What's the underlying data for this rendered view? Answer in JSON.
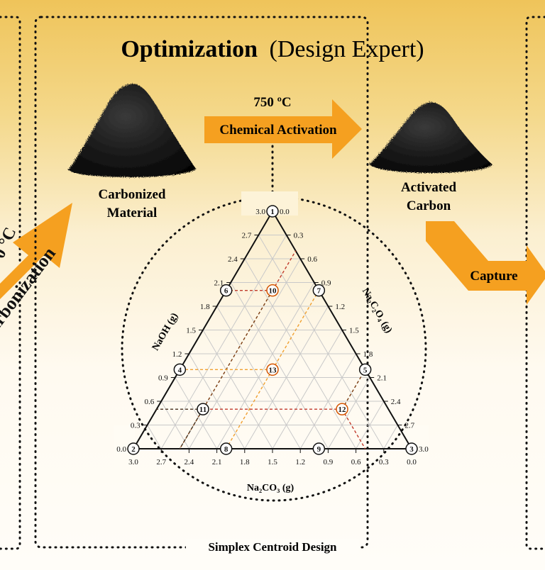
{
  "header": {
    "title_bold": "Optimization",
    "title_rest": "(Design Expert)"
  },
  "left_panel": {
    "temp_label": "0 °C",
    "arrow_label": "arbonization"
  },
  "process": {
    "input_label_line1": "Carbonized",
    "input_label_line2": "Material",
    "temperature": "750 ºC",
    "activation_label": "Chemical Activation",
    "output_label_line1": "Activated",
    "output_label_line2": "Carbon",
    "capture_label": "Capture"
  },
  "ternary": {
    "naoh_axis": "NaOH (g)",
    "na2c2o4_axis": "Na₂C₂O₄ (g)",
    "na2co3_axis": "Na₂CO₃ (g)",
    "left_ticks": [
      "0.0",
      "0.3",
      "0.6",
      "0.9",
      "1.2",
      "1.5",
      "1.8",
      "2.1",
      "2.4",
      "2.7",
      "3.0"
    ],
    "right_ticks": [
      "0.0",
      "0.3",
      "0.6",
      "0.9",
      "1.2",
      "1.5",
      "1.8",
      "2.1",
      "2.4",
      "2.7",
      "3.0"
    ],
    "bottom_ticks": [
      "3.0",
      "2.7",
      "2.4",
      "2.1",
      "1.8",
      "1.5",
      "1.2",
      "0.9",
      "0.6",
      "0.3",
      "0.0"
    ],
    "points": [
      {
        "id": "1",
        "a": 3.0,
        "b": 0.0
      },
      {
        "id": "2",
        "a": 0.0,
        "b": 0.0
      },
      {
        "id": "3",
        "a": 0.0,
        "b": 3.0
      },
      {
        "id": "4",
        "a": 1.0,
        "b": 0.0
      },
      {
        "id": "5",
        "a": 1.0,
        "b": 2.0
      },
      {
        "id": "6",
        "a": 2.0,
        "b": 0.0
      },
      {
        "id": "7",
        "a": 2.0,
        "b": 1.0
      },
      {
        "id": "8",
        "a": 0.0,
        "b": 1.0
      },
      {
        "id": "9",
        "a": 0.0,
        "b": 2.0
      },
      {
        "id": "10",
        "a": 2.0,
        "b": 0.5
      },
      {
        "id": "11",
        "a": 0.5,
        "b": 0.5
      },
      {
        "id": "12",
        "a": 0.5,
        "b": 2.0
      },
      {
        "id": "13",
        "a": 1.0,
        "b": 1.0
      }
    ],
    "design_label": "Simplex Centroid Design"
  }
}
